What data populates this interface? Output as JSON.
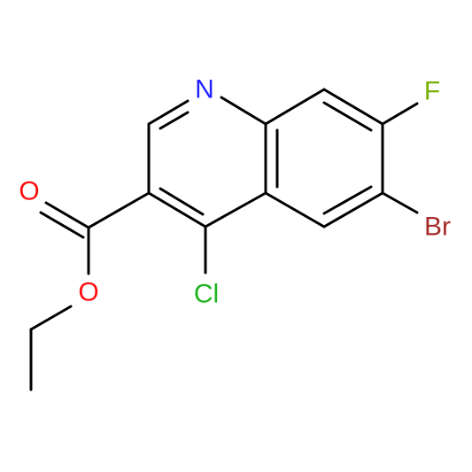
{
  "molecule": {
    "atoms": {
      "n1": {
        "symbol": "N",
        "color": "#2121ff"
      },
      "f1": {
        "symbol": "F",
        "color": "#77b000"
      },
      "br1": {
        "symbol": "Br",
        "color": "#a52a2a"
      },
      "cl1": {
        "symbol": "Cl",
        "color": "#1fb51f"
      },
      "o1": {
        "symbol": "O",
        "color": "#ff0d0d"
      },
      "o2": {
        "symbol": "O",
        "color": "#ff0d0d"
      }
    },
    "bond_color": "#000000"
  }
}
